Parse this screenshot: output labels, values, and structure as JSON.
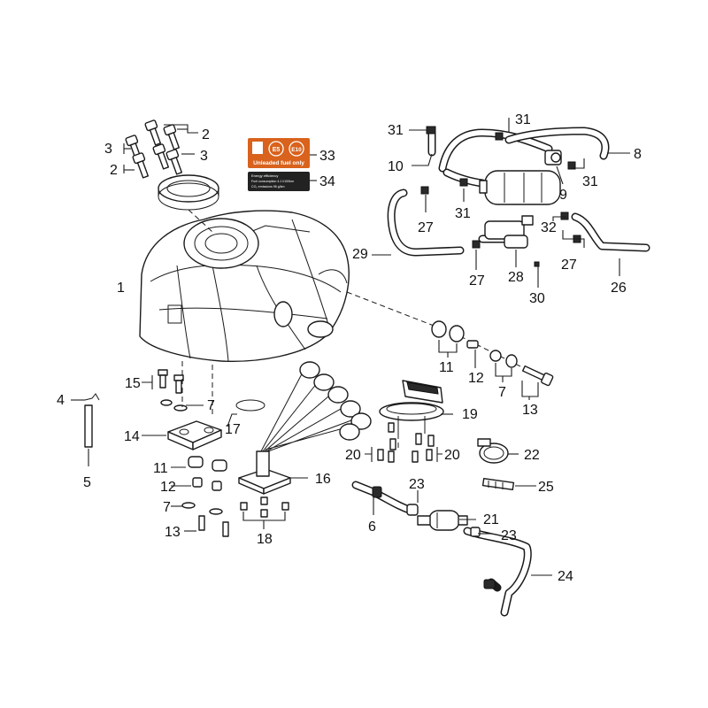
{
  "diagram": {
    "callouts": {
      "c1": "1",
      "c2a": "2",
      "c2b": "2",
      "c3a": "3",
      "c3b": "3",
      "c4": "4",
      "c5": "5",
      "c6": "6",
      "c7a": "7",
      "c7b": "7",
      "c7c": "7",
      "c8": "8",
      "c9": "9",
      "c10": "10",
      "c11a": "11",
      "c11b": "11",
      "c12a": "12",
      "c12b": "12",
      "c13a": "13",
      "c13b": "13",
      "c14": "14",
      "c15": "15",
      "c16": "16",
      "c17": "17",
      "c18": "18",
      "c19": "19",
      "c20a": "20",
      "c20b": "20",
      "c21": "21",
      "c22": "22",
      "c23a": "23",
      "c23b": "23",
      "c24": "24",
      "c25": "25",
      "c26": "26",
      "c27a": "27",
      "c27b": "27",
      "c27c": "27",
      "c28": "28",
      "c29": "29",
      "c30": "30",
      "c31a": "31",
      "c31b": "31",
      "c31c": "31",
      "c31d": "31",
      "c32": "32",
      "c33": "33",
      "c34": "34"
    },
    "fuel_label": {
      "badge_e5": "E5",
      "badge_e10": "E10",
      "text": "Unleaded fuel only"
    },
    "emission_label": {
      "header": "Energy efficiency",
      "row1": "Fuel consumption    4.1 l/100km",
      "row2": "CO₂ emissions        96  g/km"
    },
    "colors": {
      "label_orange": "#d9621c",
      "label_dark": "#222222"
    }
  }
}
